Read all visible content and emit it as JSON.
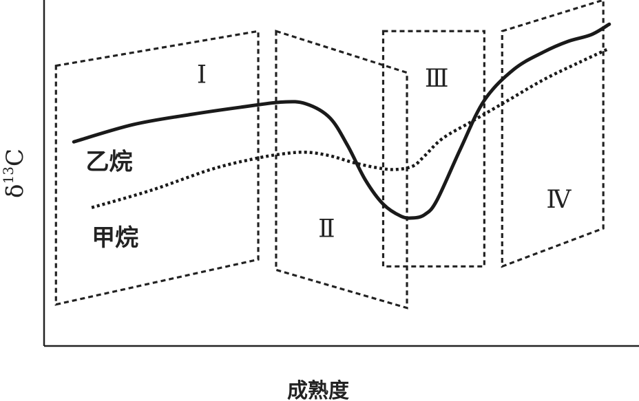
{
  "chart_data": {
    "type": "line",
    "title": "",
    "xlabel": "成熟度",
    "ylabel": "δ",
    "ylabel_sup": "13",
    "ylabel_tail": "C",
    "xlim": [
      0,
      1
    ],
    "ylim": [
      0,
      1
    ],
    "grid": false,
    "series": [
      {
        "name": "乙烷",
        "style": "solid",
        "x": [
          0.05,
          0.15,
          0.25,
          0.33,
          0.4,
          0.44,
          0.48,
          0.51,
          0.54,
          0.57,
          0.6,
          0.62,
          0.64,
          0.66,
          0.7,
          0.74,
          0.79,
          0.84,
          0.88,
          0.92,
          0.95
        ],
        "y": [
          0.59,
          0.64,
          0.67,
          0.69,
          0.705,
          0.7,
          0.66,
          0.58,
          0.48,
          0.41,
          0.375,
          0.37,
          0.38,
          0.42,
          0.57,
          0.71,
          0.8,
          0.85,
          0.88,
          0.9,
          0.93
        ]
      },
      {
        "name": "甲烷",
        "style": "dotted",
        "x": [
          0.08,
          0.18,
          0.28,
          0.35,
          0.4,
          0.44,
          0.48,
          0.52,
          0.56,
          0.59,
          0.62,
          0.64,
          0.67,
          0.72,
          0.78,
          0.84,
          0.9,
          0.95
        ],
        "y": [
          0.4,
          0.45,
          0.51,
          0.54,
          0.555,
          0.56,
          0.55,
          0.53,
          0.515,
          0.51,
          0.52,
          0.55,
          0.6,
          0.65,
          0.71,
          0.77,
          0.82,
          0.86
        ]
      }
    ],
    "zones": [
      {
        "label": "Ⅰ",
        "x": [
          0.02,
          0.36
        ],
        "y_top": [
          0.81,
          0.91
        ],
        "y_bottom": [
          0.12,
          0.25
        ]
      },
      {
        "label": "Ⅱ",
        "x": [
          0.39,
          0.61
        ],
        "y_top": [
          0.91,
          0.79
        ],
        "y_bottom": [
          0.22,
          0.11
        ]
      },
      {
        "label": "Ⅲ",
        "x": [
          0.57,
          0.74
        ],
        "y_top": [
          0.91,
          0.91
        ],
        "y_bottom": [
          0.23,
          0.23
        ]
      },
      {
        "label": "Ⅳ",
        "x": [
          0.77,
          0.94
        ],
        "y_top": [
          0.91,
          1.0
        ],
        "y_bottom": [
          0.23,
          0.34
        ]
      }
    ]
  }
}
